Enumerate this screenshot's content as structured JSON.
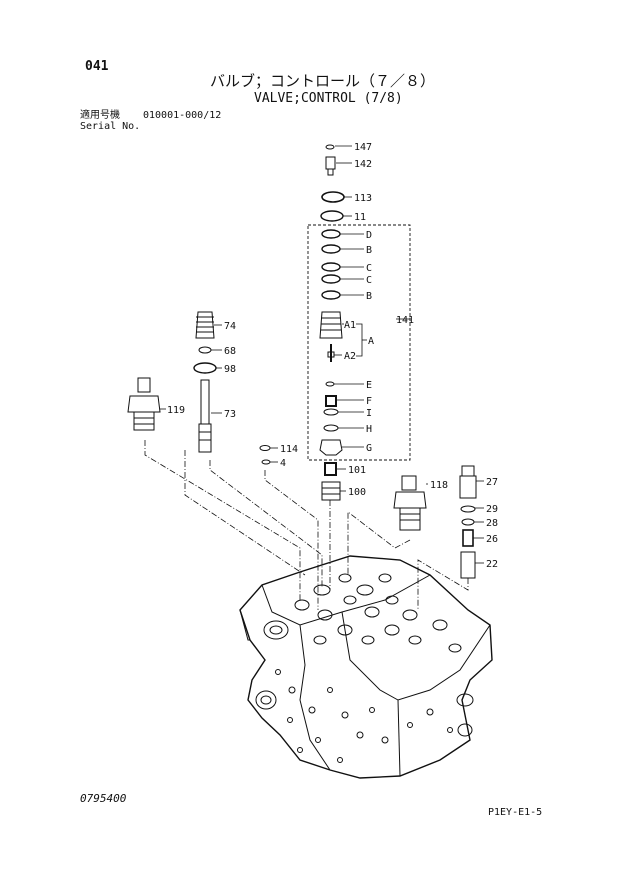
{
  "header": {
    "page_number": "041",
    "title_jp": "バルブ；コントロール（７／８）",
    "title_en": "VALVE;CONTROL (7/8)",
    "serial_label_jp": "適用号機",
    "serial_range": "010001-000/12",
    "serial_label_en": "Serial No."
  },
  "callouts": {
    "p147": "147",
    "p142": "142",
    "p113": "113",
    "p11": "11",
    "pD": "D",
    "pB1": "B",
    "pC1": "C",
    "pC2": "C",
    "pB2": "B",
    "pA1": "A1",
    "pA": "A",
    "pA2": "A2",
    "p141": "141",
    "pE": "E",
    "pF": "F",
    "pI": "I",
    "pH": "H",
    "pG": "G",
    "p74": "74",
    "p68": "68",
    "p98": "98",
    "p73": "73",
    "p119": "119",
    "p114": "114",
    "p4": "4",
    "p101": "101",
    "p100": "100",
    "p118": "118",
    "p27": "27",
    "p29": "29",
    "p28": "28",
    "p26": "26",
    "p22": "22"
  },
  "footer": {
    "doc_number": "0795400",
    "figure_code": "P1EY-E1-5"
  }
}
